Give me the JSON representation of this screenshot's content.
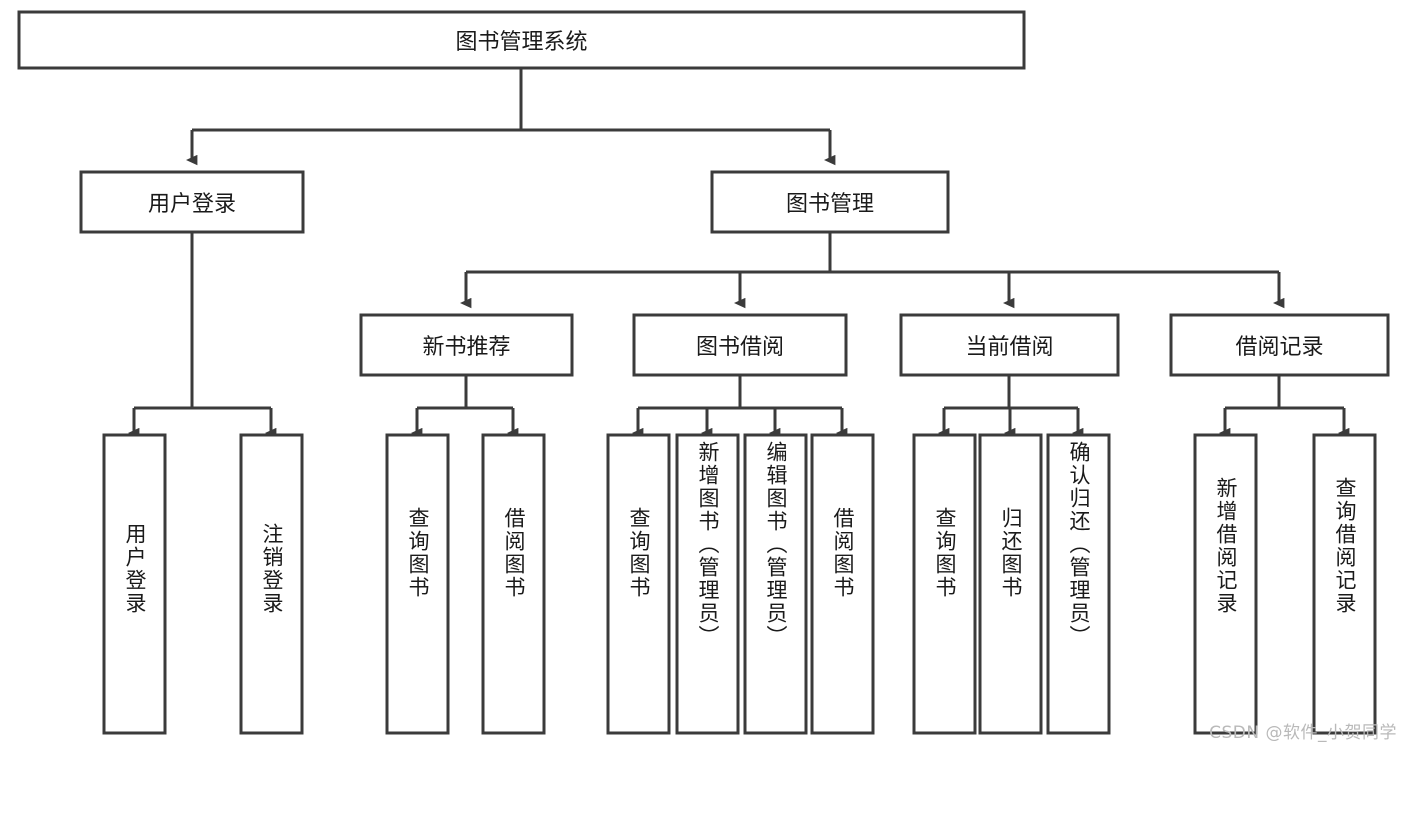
{
  "diagram": {
    "title": "图书管理系统",
    "type": "tree-hierarchy",
    "root": {
      "label": "图书管理系统"
    },
    "level2": [
      {
        "label": "用户登录"
      },
      {
        "label": "图书管理"
      }
    ],
    "level3": [
      {
        "label": "新书推荐"
      },
      {
        "label": "图书借阅"
      },
      {
        "label": "当前借阅"
      },
      {
        "label": "借阅记录"
      }
    ],
    "leaves": {
      "user_login": [
        {
          "label": "用户登录"
        },
        {
          "label": "注销登录"
        }
      ],
      "new_book_recommend": [
        {
          "label": "查询图书"
        },
        {
          "label": "借阅图书"
        }
      ],
      "book_borrow": [
        {
          "label": "查询图书"
        },
        {
          "label": "新增图书（管理员）"
        },
        {
          "label": "编辑图书（管理员）"
        },
        {
          "label": "借阅图书"
        }
      ],
      "current_borrow": [
        {
          "label": "查询图书"
        },
        {
          "label": "归还图书"
        },
        {
          "label": "确认归还（管理员）"
        }
      ],
      "borrow_record": [
        {
          "label": "新增借阅记录"
        },
        {
          "label": "查询借阅记录"
        }
      ]
    }
  },
  "watermark": {
    "text": "CSDN @软件_小贺同学"
  },
  "colors": {
    "stroke": "#3b3b3b",
    "fill": "#ffffff",
    "text": "#1a1a1a",
    "watermark": "#b9b9b9"
  }
}
